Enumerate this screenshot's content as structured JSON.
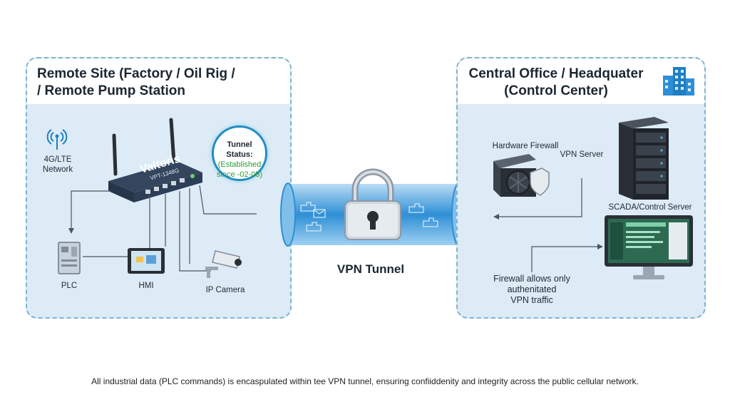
{
  "remote_site": {
    "title_line1": "Remote Site (Factory / Oil Rig /",
    "title_line2": "/ Remote Pump Station",
    "network_line1": "4G/LTE",
    "network_line2": "Network",
    "router_brand": "Valtoris",
    "router_model": "VPT-1348G",
    "tunnel_status_title": "Tunnel Status:",
    "tunnel_status_line1": "(Established",
    "tunnel_status_line2": "since -02-05)",
    "plc_label": "PLC",
    "hmi_label": "HMI",
    "camera_label": "IP Camera"
  },
  "tunnel": {
    "label": "VPN Tunnel"
  },
  "central_office": {
    "title_line1": "Central Office / Headquater",
    "title_line2": "(Control Center)",
    "firewall_label": "Hardware Firewall",
    "vpn_server_label": "VPN Server",
    "scada_label": "SCADA/Control Server",
    "note_line1": "Firewall allows only",
    "note_line2": "authenitated",
    "note_line3": "VPN traffic"
  },
  "footer": {
    "text": "All industrial data (PLC commands) is encaspulated within tee VPN tunnel, ensuring confiiddenity and integrity across the public cellular network."
  },
  "colors": {
    "panel_border": "#7fb3cf",
    "panel_fill": "#dcebf6",
    "tunnel_blue": "#2f8fd6",
    "status_green": "#2e9b3a",
    "status_ring": "#1e8ec2"
  }
}
